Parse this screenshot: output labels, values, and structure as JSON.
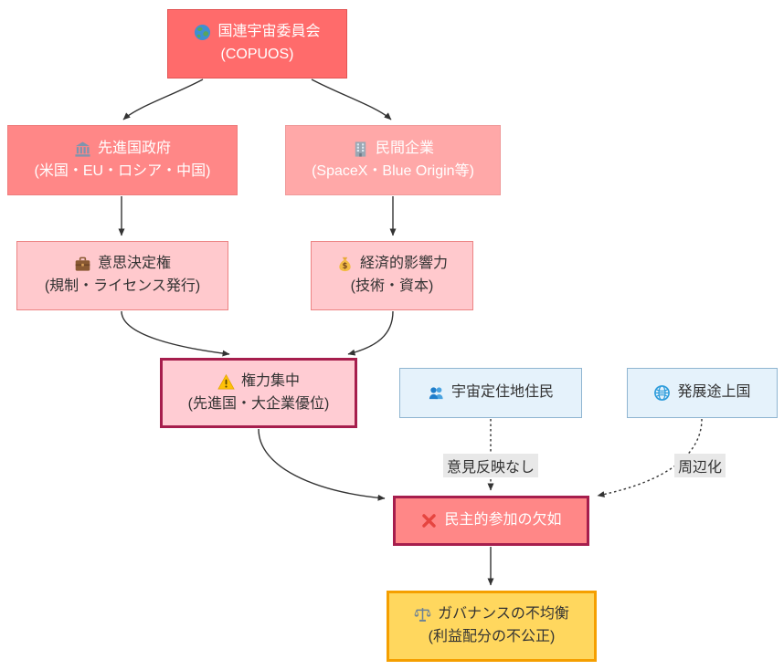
{
  "diagram_title": "space-governance-flowchart",
  "nodes": {
    "copuos": {
      "icon": "earth-globe-icon",
      "title": "国連宇宙委員会",
      "subtitle": "(COPUOS)"
    },
    "governments": {
      "icon": "classical-building-icon",
      "title": "先進国政府",
      "subtitle": "(米国・EU・ロシア・中国)"
    },
    "companies": {
      "icon": "office-building-icon",
      "title": "民間企業",
      "subtitle": "(SpaceX・Blue Origin等)"
    },
    "decision": {
      "icon": "briefcase-icon",
      "title": "意思決定権",
      "subtitle": "(規制・ライセンス発行)"
    },
    "economic": {
      "icon": "money-bag-icon",
      "title": "経済的影響力",
      "subtitle": "(技術・資本)"
    },
    "power": {
      "icon": "warning-icon",
      "title": "権力集中",
      "subtitle": "(先進国・大企業優位)"
    },
    "settlers": {
      "icon": "people-icon",
      "title": "宇宙定住地住民"
    },
    "developing": {
      "icon": "globe-meridians-icon",
      "title": "発展途上国"
    },
    "democracy": {
      "icon": "cross-mark-icon",
      "title": "民主的参加の欠如"
    },
    "governance": {
      "icon": "balance-scale-icon",
      "title": "ガバナンスの不均衡",
      "subtitle": "(利益配分の不公正)"
    }
  },
  "edge_labels": {
    "no_voice": "意見反映なし",
    "marginalization": "周辺化"
  },
  "colors": {
    "red_primary": "#ff6b6b",
    "red_light": "#ff8787",
    "red_lighter": "#ffa8a8",
    "pink_light": "#ffc9cd",
    "crisis_border": "#a61e4d",
    "blue_fill": "#e5f2fb",
    "blue_border": "#8fb5d1",
    "yellow_fill": "#ffd75e",
    "yellow_border": "#f59f00",
    "edge_line": "#333333",
    "edge_label_bg": "#e8e8e8"
  }
}
